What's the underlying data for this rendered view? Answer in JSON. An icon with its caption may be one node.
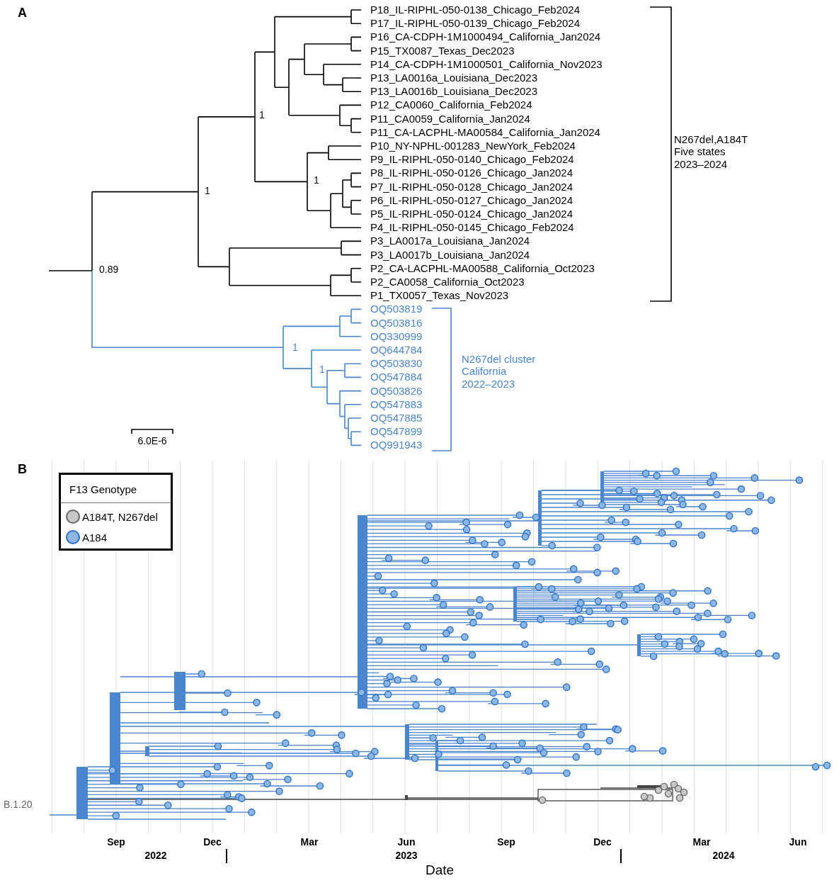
{
  "diagram": {
    "labels": [
      "A",
      "P18_IL-RIPHL-050-0138_Chicago_Feb2024",
      "P17_IL-RIPHL-050-0139_Chicago_Feb2024",
      "P16_CA-CDPH-1M1000494_California_Jan2024",
      "P15_TX0087_Texas_Dec2023",
      "P14_CA-CDPH-1M1000501_California_Nov2023",
      "P13_LA0016a_Louisiana_Dec2023",
      "P13_LA0016b_Louisiana_Dec2023",
      "P12_CA0060_California_Feb2024",
      "P11_CA0059_California_Jan2024",
      "P11_CA-LACPHL-MA00584_California_Jan2024",
      "P10_NY-NPHL-001283_NewYork_Feb2024",
      "P9_IL-RIPHL-050-0140_Chicago_Feb2024",
      "P8_IL-RIPHL-050-0126_Chicago_Jan2024",
      "P7_IL-RIPHL-050-0128_Chicago_Jan2024",
      "P6_IL-RIPHL-050-0127_Chicago_Jan2024",
      "P5_IL-RIPHL-050-0124_Chicago_Jan2024",
      "P4_IL-RIPHL-050-0145_Chicago_Feb2024",
      "P3_LA0017a_Louisiana_Jan2024",
      "P3_LA0017b_Louisiana_Jan2024",
      "P2_CA-LACPHL-MA00588_California_Oct2023",
      "P2_CA0058_California_Oct2023",
      "P1_TX0057_Texas_Nov2023",
      "1",
      "1",
      "1",
      "0.89",
      "N267del,A184T Five states 2023–2024",
      "OQ503819",
      "OQ503816",
      "OQ330999",
      "OQ644784",
      "OQ503830",
      "OQ547884",
      "OQ503826",
      "OQ547883",
      "OQ547885",
      "OQ547899",
      "OQ991943",
      "1",
      "1",
      "N267del cluster California 2022–2023",
      "6.0E-6",
      "B",
      "F13 Genotype",
      "B.1.20",
      "Sep",
      "Dec",
      "Mar",
      "Jun",
      "Sep",
      "Dec",
      "Mar",
      "Jun",
      "2022",
      "2023",
      "2024",
      "Date"
    ],
    "legend": [
      {
        "text": "A184T, N267del",
        "color": "#c8c8c8"
      },
      {
        "text": "A184",
        "color": "#8cb6e4"
      }
    ]
  }
}
